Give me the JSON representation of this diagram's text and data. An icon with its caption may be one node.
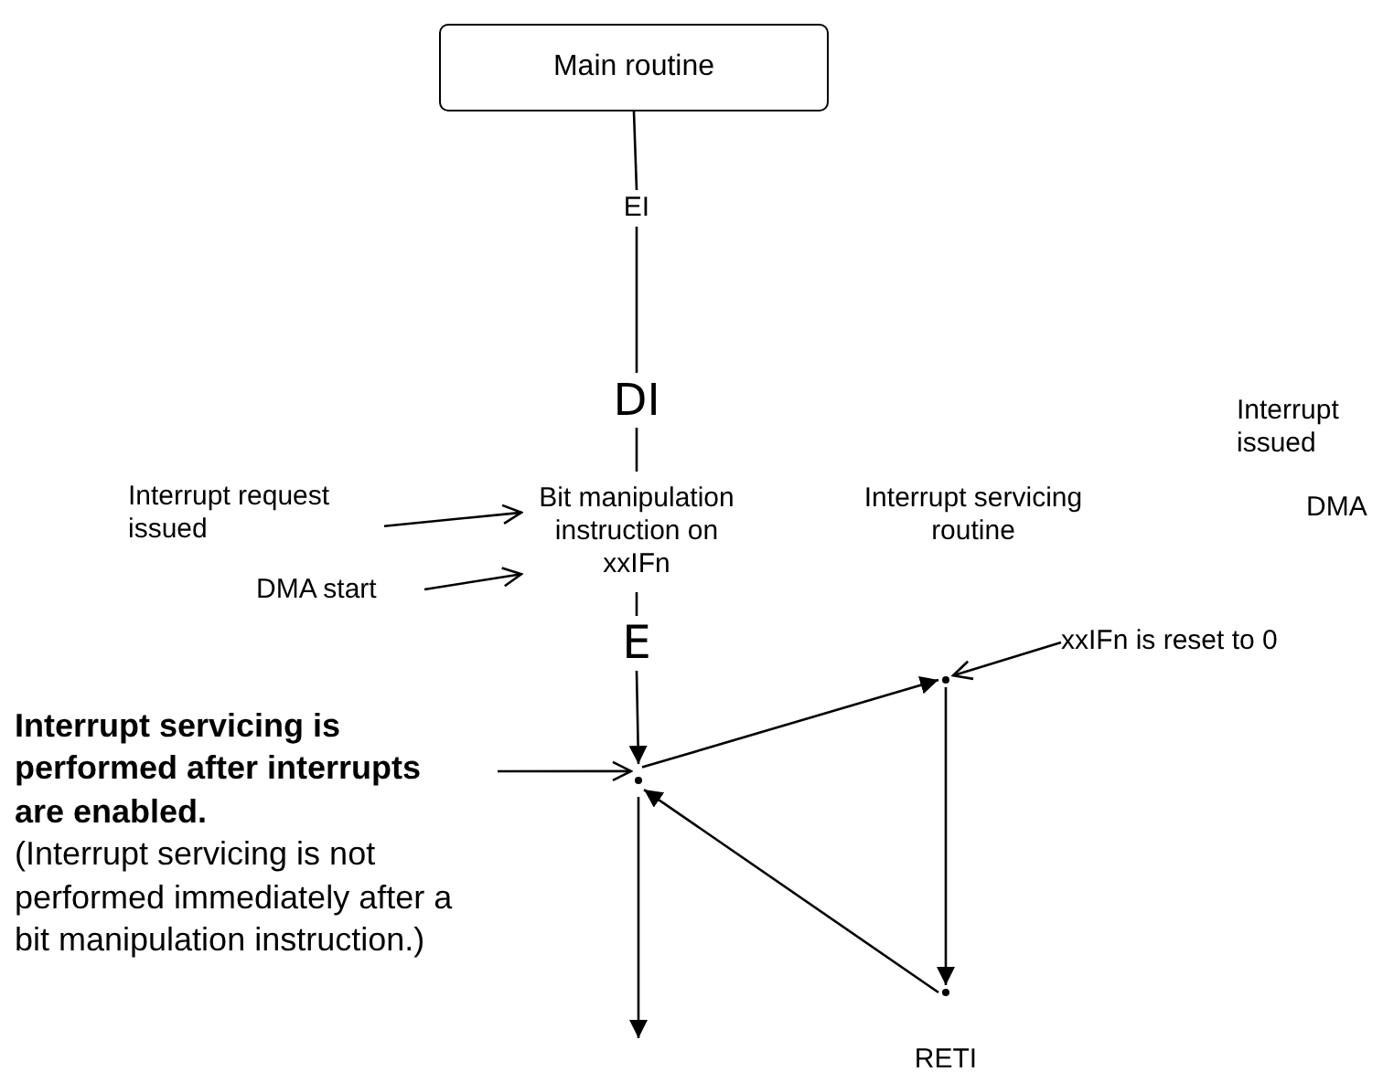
{
  "diagram": {
    "nodes": [
      {
        "text": [
          "Main routine"
        ]
      },
      {
        "text": [
          "EI"
        ]
      },
      {
        "text": [
          "DI"
        ]
      },
      {
        "text": [
          "Bit manipulation instruction on xxIFn"
        ]
      },
      {
        "text": [
          "E"
        ]
      },
      {
        "text": [],
        "shape": "point"
      },
      {
        "text": [],
        "shape": "point"
      },
      {
        "text": [],
        "shape": "point",
        "beside": [
          "RETI"
        ]
      },
      {
        "text": [
          "Interrupt request issued"
        ]
      },
      {
        "text": [
          "DMA start"
        ]
      },
      {
        "text": [
          "xxIFn is reset to 0"
        ]
      },
      {
        "text": [
          "Interrupt servicing is performed after interrupts are enabled.",
          "(Interrupt servicing is not performed immediately after a bit manipulation instruction.)"
        ]
      }
    ],
    "edges": [
      {
        "from": 0,
        "to": 1,
        "arrow": "none"
      },
      {
        "from": 1,
        "to": 2,
        "arrow": "none"
      },
      {
        "from": 2,
        "to": 3,
        "arrow": "none"
      },
      {
        "from": 3,
        "to": 4,
        "arrow": "none"
      },
      {
        "from": 4,
        "to": 5,
        "arrow": "to"
      },
      {
        "from": 5,
        "to": 6,
        "arrow": "to"
      },
      {
        "from": 6,
        "to": 7,
        "arrow": "to"
      },
      {
        "from": 7,
        "to": 5,
        "arrow": "to"
      },
      {
        "from": 5,
        "to": null,
        "arrow": "to"
      },
      {
        "from": 8,
        "to": 3,
        "arrow": "to"
      },
      {
        "from": 9,
        "to": 3,
        "arrow": "to"
      },
      {
        "from": 10,
        "to": 6,
        "arrow": "to"
      },
      {
        "from": 11,
        "to": 5,
        "arrow": "to"
      }
    ],
    "labels": [
      "Interrupt servicing routine",
      "Interrupt issued",
      "DMA"
    ]
  }
}
